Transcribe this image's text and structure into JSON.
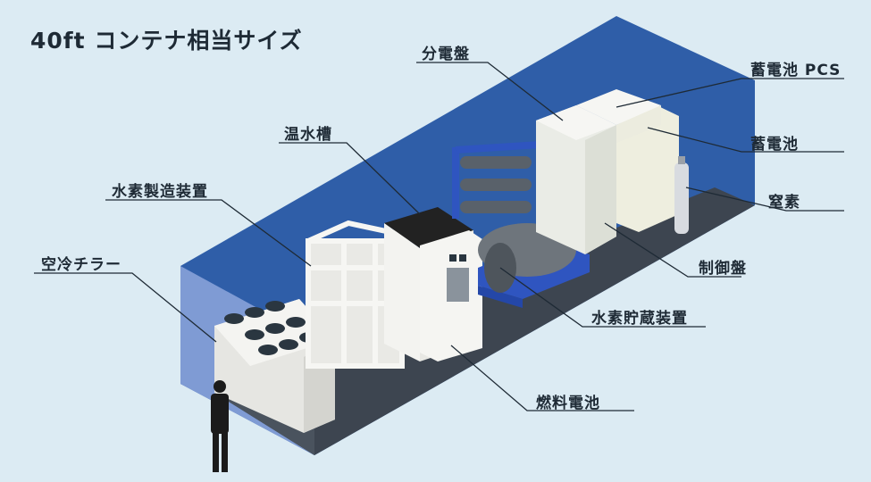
{
  "title": "40ft コンテナ相当サイズ",
  "labels": {
    "distribution_board": "分電盤",
    "battery_pcs": "蓄電池 PCS",
    "hot_water_tank": "温水槽",
    "battery": "蓄電池",
    "electrolyzer": "水素製造装置",
    "nitrogen": "窒素",
    "air_cooled_chiller": "空冷チラー",
    "control_panel": "制御盤",
    "hydrogen_storage": "水素貯蔵装置",
    "fuel_cell": "燃料電池"
  },
  "colors": {
    "background": "#dcebf3",
    "container_back": "#2f5ea8",
    "container_side": "#3b68b0",
    "floor": "#3d4550",
    "equipment": "#f2f2ef",
    "rack": "#2f55c0",
    "text": "#1e2a35"
  }
}
